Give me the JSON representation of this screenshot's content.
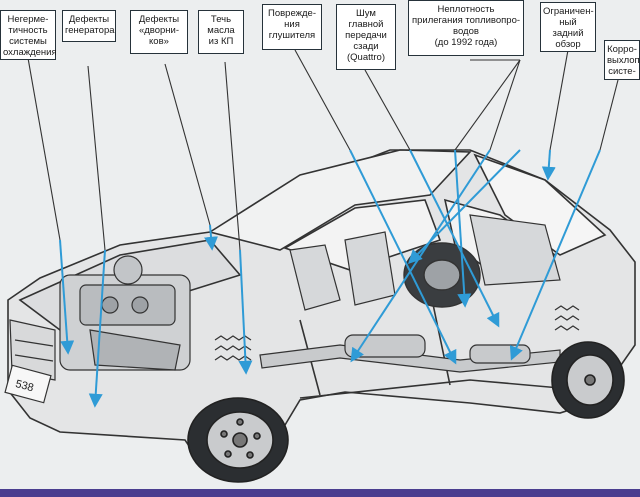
{
  "labels": [
    "Негерме-\nтичность\nсистемы\nохлаждения",
    "Дефекты\nгенератора",
    "Дефекты\n«дворни-\nков»",
    "Течь\nмасла\nиз КП",
    "Поврежде-\nния\nглушителя",
    "Шум\nглавной\nпередачи\nсзади\n(Quattro)",
    "Неплотность\nприлегания топливопро-\nводов\n(до 1992 года)",
    "Ограничен-\nный\nзадний\nобзор",
    "Корро-\nвыхлоп-\nсисте-"
  ],
  "colors": {
    "arrow": "#2f9bd6",
    "box_border": "#26323a",
    "line": "#333333",
    "background": "#eceeef",
    "strip": "#4a3d8f"
  },
  "car": {
    "plate_text": "538"
  }
}
